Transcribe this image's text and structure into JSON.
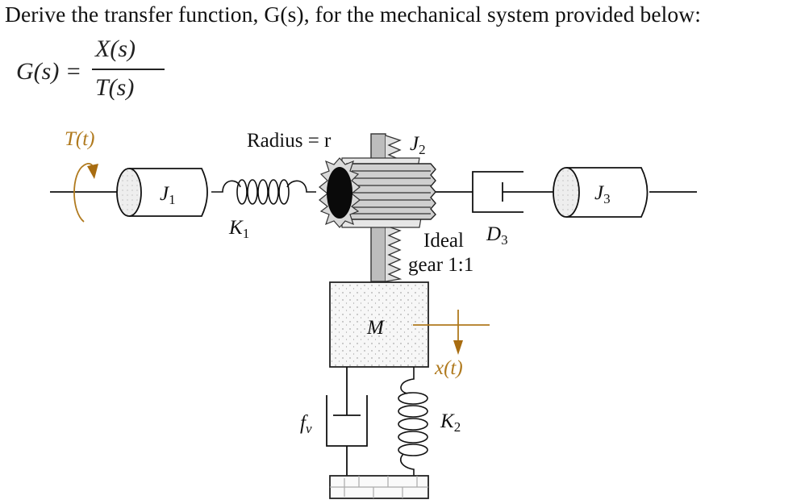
{
  "question": {
    "title": "Derive the transfer function, G(s), for the mechanical system provided below:",
    "equation": {
      "lhs": "G(s) =",
      "numerator": "X(s)",
      "denominator": "T(s)"
    }
  },
  "diagram": {
    "labels": {
      "torque": "T(t)",
      "radius": "Radius = r",
      "j1": "J",
      "j1_sub": "1",
      "k1": "K",
      "k1_sub": "1",
      "j2": "J",
      "j2_sub": "2",
      "gear_line1": "Ideal",
      "gear_line2": "gear 1:1",
      "d3": "D",
      "d3_sub": "3",
      "j3": "J",
      "j3_sub": "3",
      "mass": "M",
      "displacement": "x(t)",
      "damper": "f",
      "damper_sub": "v",
      "k2": "K",
      "k2_sub": "2"
    },
    "colors": {
      "line": "#111111",
      "accent": "#b07a1e",
      "gear_fill": "#c8c8c8",
      "rack_fill": "#bdbdbd",
      "mass_fill": "#f4f4f4"
    }
  }
}
